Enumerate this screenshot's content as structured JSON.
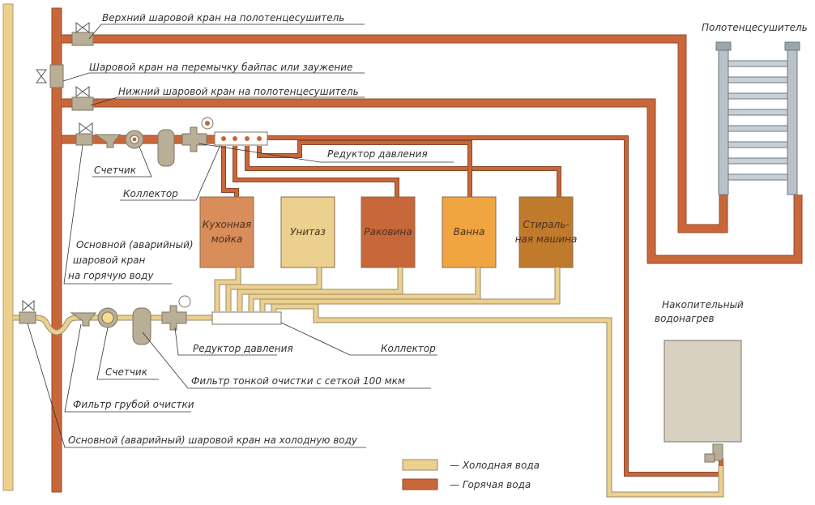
{
  "labels": {
    "top_valve_towel": "Верхний шаровой кран на полотенцесушитель",
    "bypass_valve": "Шаровой кран на перемычку байпас или заужение",
    "bottom_valve_towel": "Нижний шаровой кран на полотенцесушитель",
    "hot_pressure_reducer": "Редуктор давления",
    "hot_meter": "Счетчик",
    "hot_collector": "Коллектор",
    "hot_main_valve": [
      "Основной (аварийный)",
      "шаровой кран",
      "на горячую воду"
    ],
    "towel_dryer": "Полотенцесушитель",
    "water_heater": [
      "Накопительный",
      "водонагрев"
    ],
    "cold_pressure_reducer": "Редуктор давления",
    "cold_collector": "Коллектор",
    "cold_meter": "Счетчик",
    "fine_filter": "Фильтр тонкой очистки с сеткой 100 мкм",
    "coarse_filter": "Фильтр грубой очистки",
    "cold_main_valve": "Основной (аварийный) шаровой кран на холодную воду"
  },
  "fixtures": [
    {
      "lines": [
        "Кухонная",
        "мойка"
      ],
      "color": "#d98d5a"
    },
    {
      "lines": [
        "Унитаз"
      ],
      "color": "#ecd08e"
    },
    {
      "lines": [
        "Раковина"
      ],
      "color": "#c8673a"
    },
    {
      "lines": [
        "Ванна"
      ],
      "color": "#f0a540"
    },
    {
      "lines": [
        "Стираль-",
        "ная машина"
      ],
      "color": "#c07a2c"
    }
  ],
  "legend": [
    {
      "label": "— Холодная вода",
      "color": "#ecd08e"
    },
    {
      "label": "— Горячая вода",
      "color": "#c8673a"
    }
  ]
}
